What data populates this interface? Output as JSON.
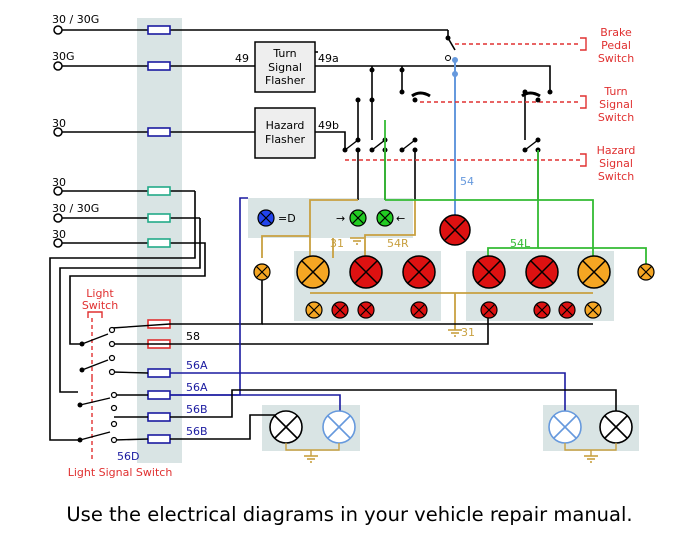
{
  "colors": {
    "black": "#000000",
    "blue": "#0000cc",
    "navy": "#1a1aa0",
    "red_label": "#e03030",
    "lamp_red": "#dd1111",
    "lamp_orange": "#f5a623",
    "lamp_green": "#22cc22",
    "lamp_blue": "#2244ee",
    "wire_tan": "#c8a040",
    "wire_green": "#33bb33",
    "wire_lightblue": "#6699dd",
    "panel_gray": "#d9e4e4",
    "dashed_red": "#e03030"
  },
  "supply_labels": [
    "30 / 30G",
    "30G",
    "30",
    "30",
    "30 / 30G",
    "30"
  ],
  "terminals": {
    "t49": "49",
    "t49a": "49a",
    "t49b": "49b",
    "t54": "54",
    "t31_upper": "31",
    "t54r": "54R",
    "t54l": "54L",
    "t31_lower": "31",
    "t58": "58",
    "t56a_1": "56A",
    "t56a_2": "56A",
    "t56b_1": "56B",
    "t56b_2": "56B",
    "t56d": "56D",
    "indicator_d": "=D",
    "arrow_left": "→",
    "arrow_right": "←"
  },
  "components": {
    "turn_flasher": [
      "Turn",
      "Signal",
      "Flasher"
    ],
    "hazard_flasher": [
      "Hazard",
      "Flasher"
    ],
    "brake_pedal_switch": [
      "Brake",
      "Pedal",
      "Switch"
    ],
    "turn_signal_switch": [
      "Turn",
      "Signal",
      "Switch"
    ],
    "hazard_signal_switch": [
      "Hazard",
      "Signal",
      "Switch"
    ],
    "light_switch": [
      "Light",
      "Switch"
    ],
    "light_signal_switch": "Light Signal Switch"
  },
  "caption": "Use the electrical diagrams in your vehicle repair manual."
}
